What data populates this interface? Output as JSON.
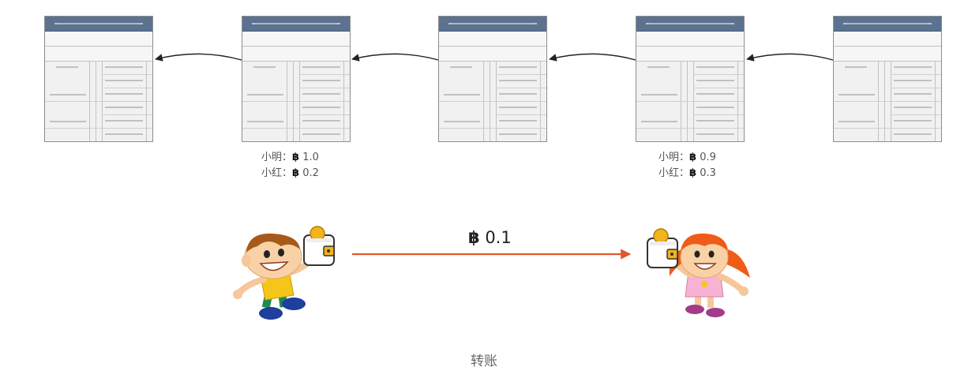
{
  "blocks": [
    {
      "id": "block-1"
    },
    {
      "id": "block-2"
    },
    {
      "id": "block-3"
    },
    {
      "id": "block-4"
    },
    {
      "id": "block-5"
    }
  ],
  "balances": [
    {
      "name_a": "小明：",
      "coin_symbol": "฿",
      "value_a": "1.0",
      "name_b": "小红：",
      "value_b": "0.2"
    },
    {
      "name_a": "小明：",
      "coin_symbol": "฿",
      "value_a": "0.9",
      "name_b": "小红：",
      "value_b": "0.3"
    }
  ],
  "transfer": {
    "coin_symbol": "฿",
    "amount": "0.1"
  },
  "caption": "转账",
  "colors": {
    "block_header": "#5b7291",
    "transfer_arrow": "#e2572e",
    "chain_arrow": "#222222"
  },
  "icons": [
    "boy-character",
    "girl-character",
    "bitcoin-wallet-icon"
  ]
}
